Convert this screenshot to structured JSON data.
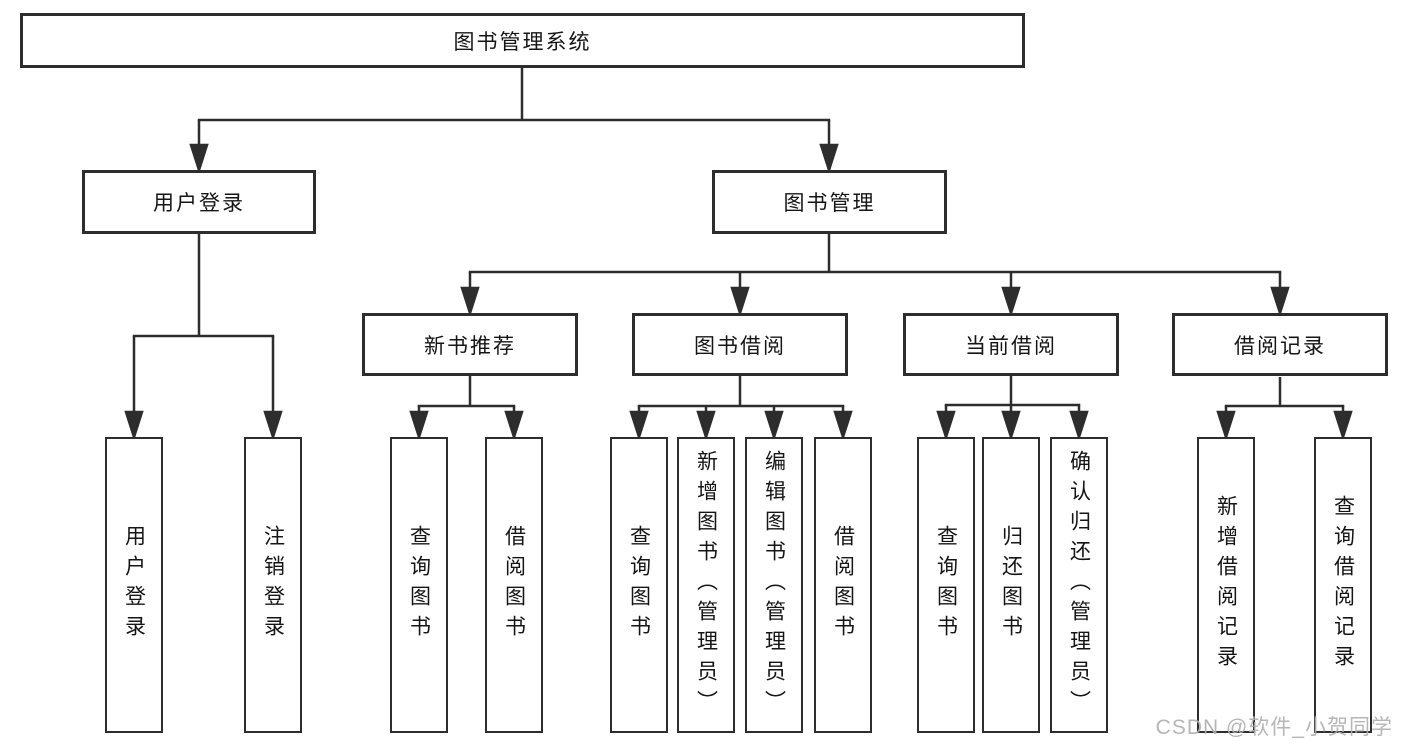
{
  "diagram": {
    "root": {
      "label": "图书管理系统"
    },
    "level2": [
      {
        "label": "用户登录"
      },
      {
        "label": "图书管理"
      }
    ],
    "level3": [
      {
        "label": "新书推荐"
      },
      {
        "label": "图书借阅"
      },
      {
        "label": "当前借阅"
      },
      {
        "label": "借阅记录"
      }
    ],
    "leaves": [
      {
        "label": "用户登录"
      },
      {
        "label": "注销登录"
      },
      {
        "label": "查询图书"
      },
      {
        "label": "借阅图书"
      },
      {
        "label": "查询图书"
      },
      {
        "label": "新增图书（管理员）"
      },
      {
        "label": "编辑图书（管理员）"
      },
      {
        "label": "借阅图书"
      },
      {
        "label": "查询图书"
      },
      {
        "label": "归还图书"
      },
      {
        "label": "确认归还（管理员）"
      },
      {
        "label": "新增借阅记录"
      },
      {
        "label": "查询借阅记录"
      }
    ],
    "watermark": {
      "text": "CSDN @软件_小贺同学"
    },
    "colors": {
      "line": "#2d2d2d",
      "box_border": "#2d2d2d",
      "text": "#151515",
      "watermark": "#b0b0b0",
      "background": "#ffffff"
    }
  }
}
